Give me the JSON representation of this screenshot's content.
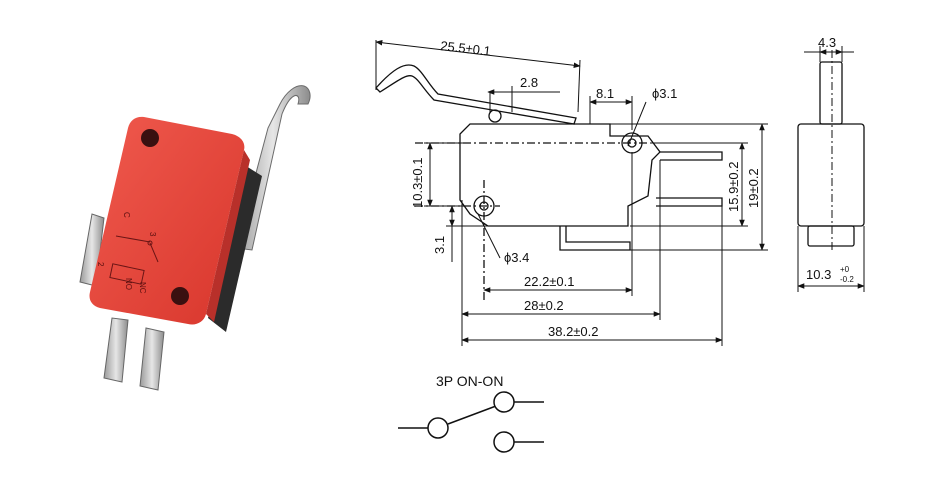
{
  "colors": {
    "switch_body": "#e9473d",
    "switch_shadow": "#b8302a",
    "switch_base": "#2b2b2b",
    "metal": "#c9c9c9",
    "line": "#111111"
  },
  "switch_markings": {
    "c_label": "C",
    "nc_label": "NC",
    "no_label": "NO",
    "code1": "3",
    "code2": "2"
  },
  "front_view": {
    "lever_length": "25.5±0.1",
    "lever_offset": "2.8",
    "pivot_offset": "8.1",
    "mount_hole": "ϕ3.1",
    "hole_height": "10.3±0.1",
    "hole_bottom": "3.1",
    "lower_hole": "ϕ3.4",
    "hole_spacing": "22.2±0.1",
    "body_length": "28±0.2",
    "overall_length": "38.2±0.2",
    "terminal_height": "15.9±0.2",
    "body_height": "19±0.2"
  },
  "side_view": {
    "plunger_width": "4.3",
    "body_width_main": "10.3",
    "body_width_tol_upper": "+0",
    "body_width_tol_lower": "-0.2"
  },
  "schematic": {
    "label": "3P  ON-ON"
  }
}
